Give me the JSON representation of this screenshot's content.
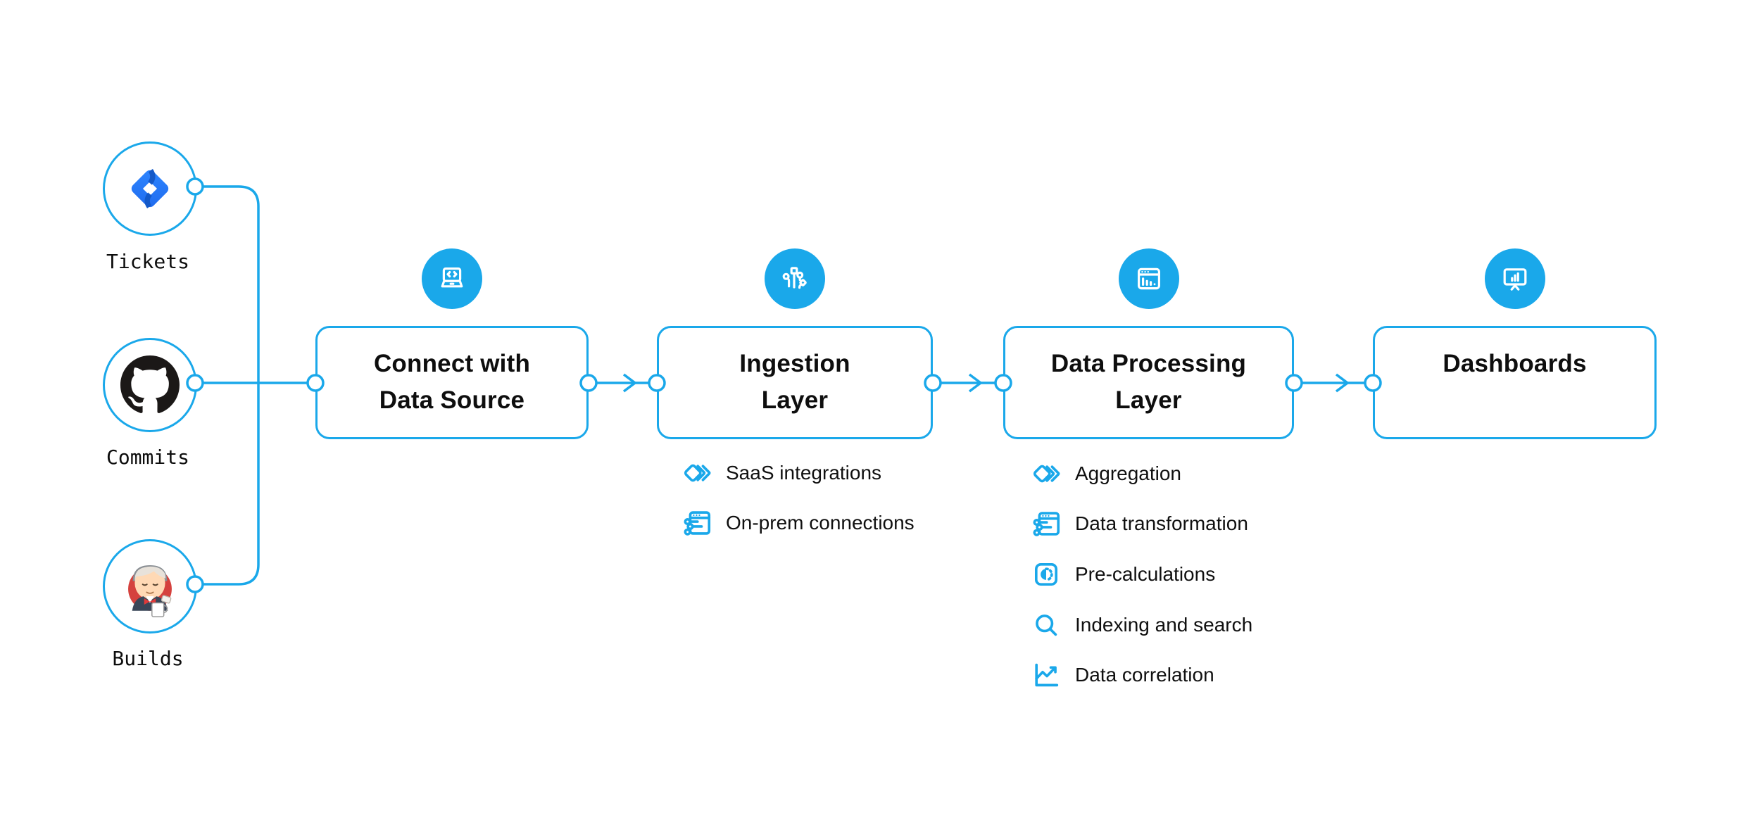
{
  "colors": {
    "accent": "#1aa8ea",
    "text": "#101010",
    "jira_blue": "#2684FF",
    "jira_dark": "#1459c8",
    "github_black": "#1b1817",
    "jenkins_red": "#d5413d"
  },
  "sources": [
    {
      "label": "Tickets",
      "icon": "jira-icon"
    },
    {
      "label": "Commits",
      "icon": "github-icon"
    },
    {
      "label": "Builds",
      "icon": "jenkins-icon"
    }
  ],
  "stages": [
    {
      "icon": "laptop-code-icon",
      "lines": [
        "Connect with",
        "Data Source"
      ]
    },
    {
      "icon": "data-pipeline-icon",
      "lines": [
        "Ingestion",
        "Layer"
      ],
      "features": [
        {
          "icon": "diamond-chevrons-icon",
          "label": "SaaS integrations"
        },
        {
          "icon": "window-sliders-icon",
          "label": "On-prem connections"
        }
      ]
    },
    {
      "icon": "analytics-window-icon",
      "lines": [
        "Data Processing",
        "Layer"
      ],
      "features": [
        {
          "icon": "diamond-chevrons-icon",
          "label": "Aggregation"
        },
        {
          "icon": "window-sliders-icon",
          "label": "Data transformation"
        },
        {
          "icon": "timelapse-icon",
          "label": "Pre-calculations"
        },
        {
          "icon": "search-icon",
          "label": "Indexing and search"
        },
        {
          "icon": "chart-line-icon",
          "label": "Data correlation"
        }
      ]
    },
    {
      "icon": "presentation-chart-icon",
      "lines": [
        "Dashboards"
      ]
    }
  ]
}
